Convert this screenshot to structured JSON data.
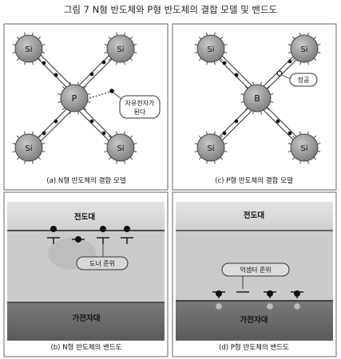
{
  "title": "그림 7 N형 반도체와 P형 반도체의 결합 모델 및 밴드도",
  "panels": {
    "a": {
      "caption": "(a) N형 반도체의 결합 모델",
      "center_atom": "P",
      "corner_atom": "Si",
      "callout_line1": "자유전자가",
      "callout_line2": "된다"
    },
    "b": {
      "caption": "(b) N형 반도체의 밴드도",
      "conduction_band": "전도대",
      "valence_band": "가전자대",
      "level_label": "도너 준위"
    },
    "c": {
      "caption": "(c) P형 반도체의 결합 모델",
      "center_atom": "B",
      "corner_atom": "Si",
      "callout": "정공"
    },
    "d": {
      "caption": "(d) P형 반도체의 밴드도",
      "conduction_band": "전도대",
      "valence_band": "가전자대",
      "level_label": "억셉터 준위"
    }
  },
  "colors": {
    "atom_fill": "#9a9a9a",
    "atom_dark": "#6e6e6e",
    "conduction_fill": "#d6d6d6",
    "gap_fill": "#c8c8c8",
    "valence_fill": "#6a6a6a",
    "frame": "#555555"
  }
}
